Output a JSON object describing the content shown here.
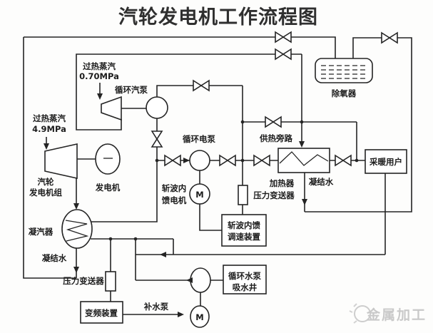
{
  "diagram": {
    "title": "汽轮发电机工作流程图",
    "labels": {
      "superheated_steam_low": "过热蒸汽",
      "pressure_low": "0.70MPa",
      "circulating_steam_pump": "循环汽泵",
      "superheated_steam_high": "过热蒸汽",
      "pressure_high": "4.9MPa",
      "turbine_unit_line1": "汽轮",
      "turbine_unit_line2": "发电机组",
      "generator": "发电机",
      "condenser": "凝汽器",
      "condensate_left": "凝结水",
      "pressure_transmitter_left": "压力变送器",
      "vfd_device": "变频装置",
      "makeup_pump": "补水泵",
      "circulating_electric_pump": "循环电泵",
      "chopper_motor_line1": "斩波内",
      "chopper_motor_line2": "馈电机",
      "chopper_motor_symbol": "M",
      "chopper_governor_line1": "斩波内馈",
      "chopper_governor_line2": "调速装置",
      "pressure_transmitter_mid": "压力变送器",
      "heating_bypass": "供热旁路",
      "heater": "加热器",
      "condensate_right": "凝结水",
      "heating_user": "采暖用户",
      "deaerator": "除氧器",
      "suction_well_line1": "循环水泵",
      "suction_well_line2": "吸水井",
      "makeup_pump_motor_symbol": "M"
    },
    "watermark": "金属加工",
    "colors": {
      "line": "#242424",
      "text": "#1c1c1c",
      "watermark": "#c9c9c9",
      "background": "#fdfdfc"
    }
  }
}
